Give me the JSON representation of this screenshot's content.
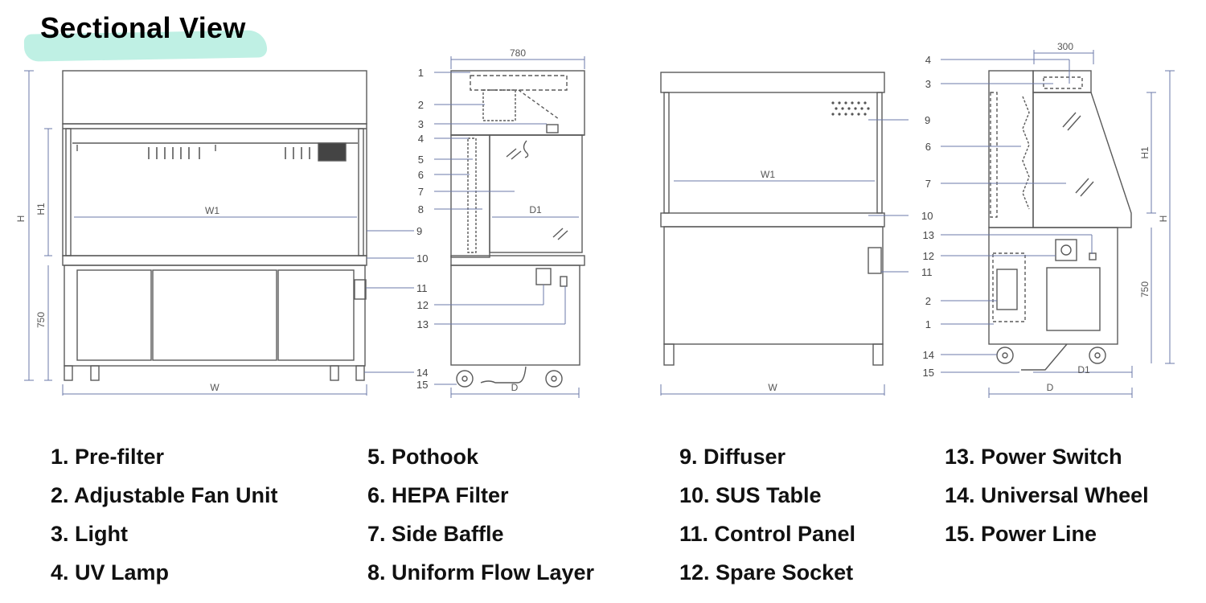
{
  "title": "Sectional View",
  "dimensions": {
    "W": "W",
    "W1": "W1",
    "H": "H",
    "H1": "H1",
    "D": "D",
    "D1": "D1",
    "d780": "780",
    "d300": "300",
    "d750": "750"
  },
  "callouts": [
    "1",
    "2",
    "3",
    "4",
    "5",
    "6",
    "7",
    "8",
    "9",
    "10",
    "11",
    "12",
    "13",
    "14",
    "15"
  ],
  "legend": {
    "col1": [
      "1. Pre-filter",
      "2. Adjustable Fan Unit",
      "3. Light",
      "4. UV Lamp"
    ],
    "col2": [
      "5. Pothook",
      "6. HEPA Filter",
      "7. Side Baffle",
      "8. Uniform Flow Layer"
    ],
    "col3": [
      "9. Diffuser",
      "10. SUS Table",
      "11. Control Panel",
      "12. Spare Socket"
    ],
    "col4": [
      "13. Power Switch",
      "14. Universal Wheel",
      "15. Power Line"
    ]
  },
  "colors": {
    "line": "#5a5a5a",
    "dimension": "#6b78a8",
    "highlight": "#bff0e4"
  }
}
